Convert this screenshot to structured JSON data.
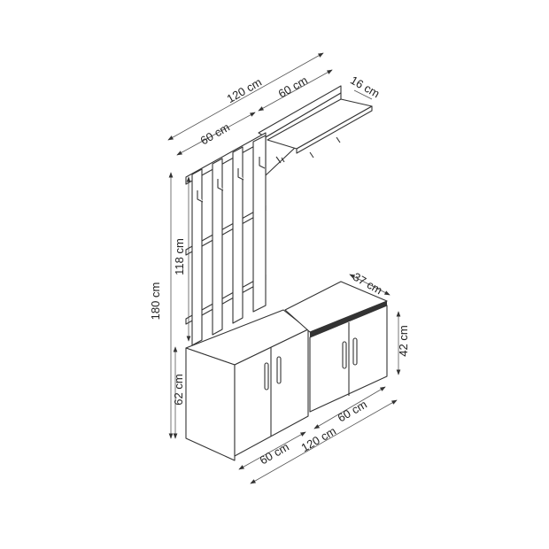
{
  "title": "Hallway furniture set dimension drawing",
  "dimensions": {
    "shelf_total_width": "120 cm",
    "panel_width": "60 cm",
    "shelf_width": "60 cm",
    "shelf_depth": "16 cm",
    "total_height": "180 cm",
    "panel_height": "118 cm",
    "cabinet_height": "62 cm",
    "bench_depth": "37 cm",
    "bench_height": "42 cm",
    "cabinet_width": "60 cm",
    "bench_width": "60 cm",
    "base_total_width": "120 cm"
  }
}
